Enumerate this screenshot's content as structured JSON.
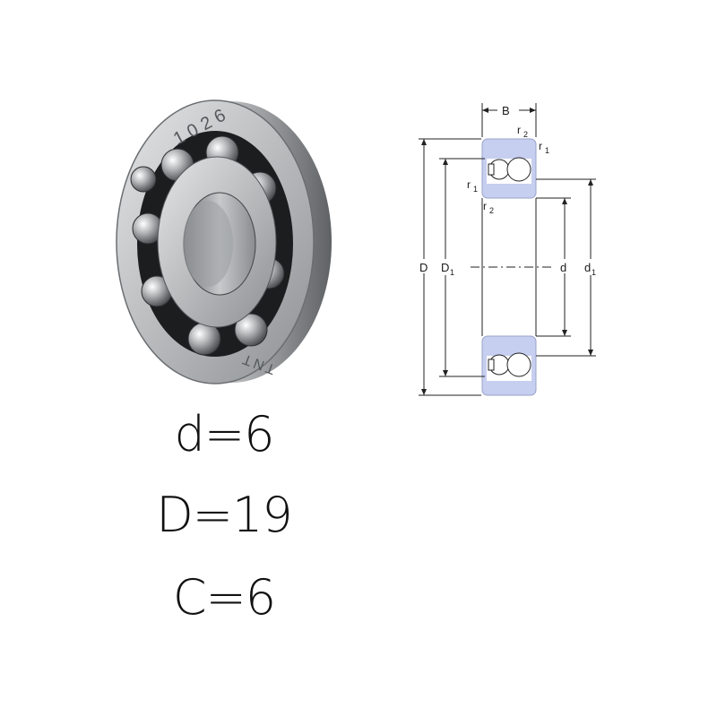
{
  "product": {
    "marking_number": "1026",
    "marking_brand": "TNT"
  },
  "diagram": {
    "labels": {
      "B": "B",
      "r": "r",
      "sub1": "1",
      "sub2": "2",
      "D": "D",
      "d": "d"
    }
  },
  "specs": {
    "bore": "d=6",
    "outer": "D=19",
    "width": "C=6"
  },
  "colors": {
    "diagram_ring_fill": "#c6cff0",
    "line": "#222222"
  }
}
